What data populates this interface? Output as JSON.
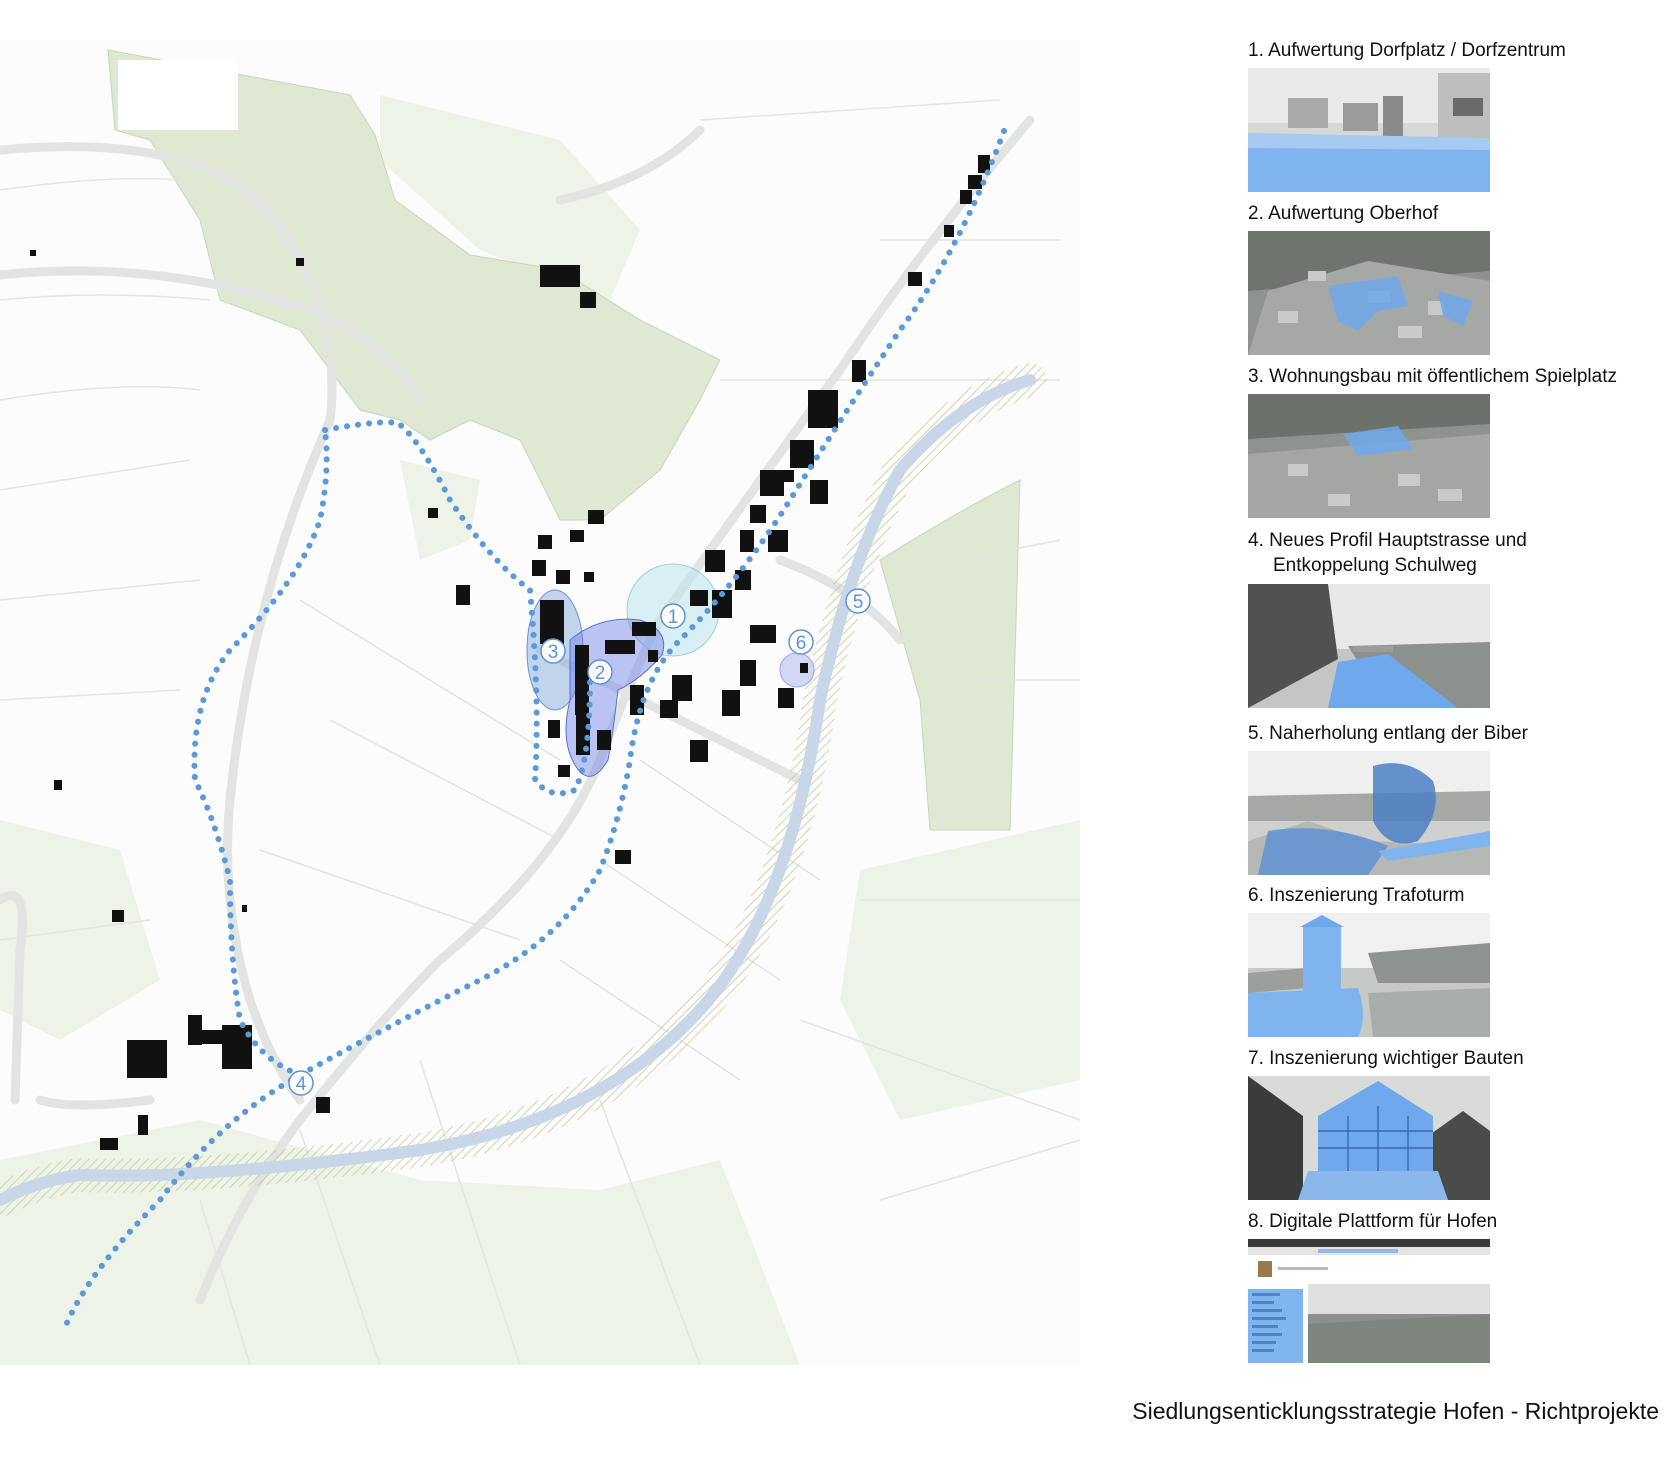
{
  "title": "Siedlungsenticklungsstrategie Hofen - Richtprojekte",
  "map": {
    "markers": [
      {
        "id": "1",
        "label": "1"
      },
      {
        "id": "2",
        "label": "2"
      },
      {
        "id": "3",
        "label": "3"
      },
      {
        "id": "4",
        "label": "4"
      },
      {
        "id": "5",
        "label": "5"
      },
      {
        "id": "6",
        "label": "6"
      }
    ],
    "colors": {
      "forest": "#dfe8d2",
      "road": "#e2e4e2",
      "river": "#c8d6e8",
      "path": "#5a9ad8",
      "highlight": "#6b8ee0",
      "building": "#111111"
    }
  },
  "projects": [
    {
      "number": "1.",
      "line1": "Aufwertung Dorfplatz /   Dorfzentrum",
      "line2": "",
      "image": "village-square-photo"
    },
    {
      "number": "2.",
      "line1": "Aufwertung Oberhof",
      "line2": "",
      "image": "aerial-oberhof-photo"
    },
    {
      "number": "3.",
      "line1": "Wohnungsbau mit öffentlichem Spielplatz",
      "line2": "",
      "image": "aerial-playground-photo"
    },
    {
      "number": "4.",
      "line1": "Neues Profil Hauptstrasse und",
      "line2": "Entkoppelung Schulweg",
      "image": "main-road-photo"
    },
    {
      "number": "5.",
      "line1": "Naherholung entlang der Biber",
      "line2": "",
      "image": "river-biber-photo"
    },
    {
      "number": "6.",
      "line1": "Inszenierung Trafoturm",
      "line2": "",
      "image": "transformer-tower-photo"
    },
    {
      "number": "7.",
      "line1": "Inszenierung wichtiger Bauten",
      "line2": "",
      "image": "timber-frame-building-photo"
    },
    {
      "number": "8.",
      "line1": "Digitale Plattform für Hofen",
      "line2": "",
      "image": "website-screenshot"
    }
  ]
}
